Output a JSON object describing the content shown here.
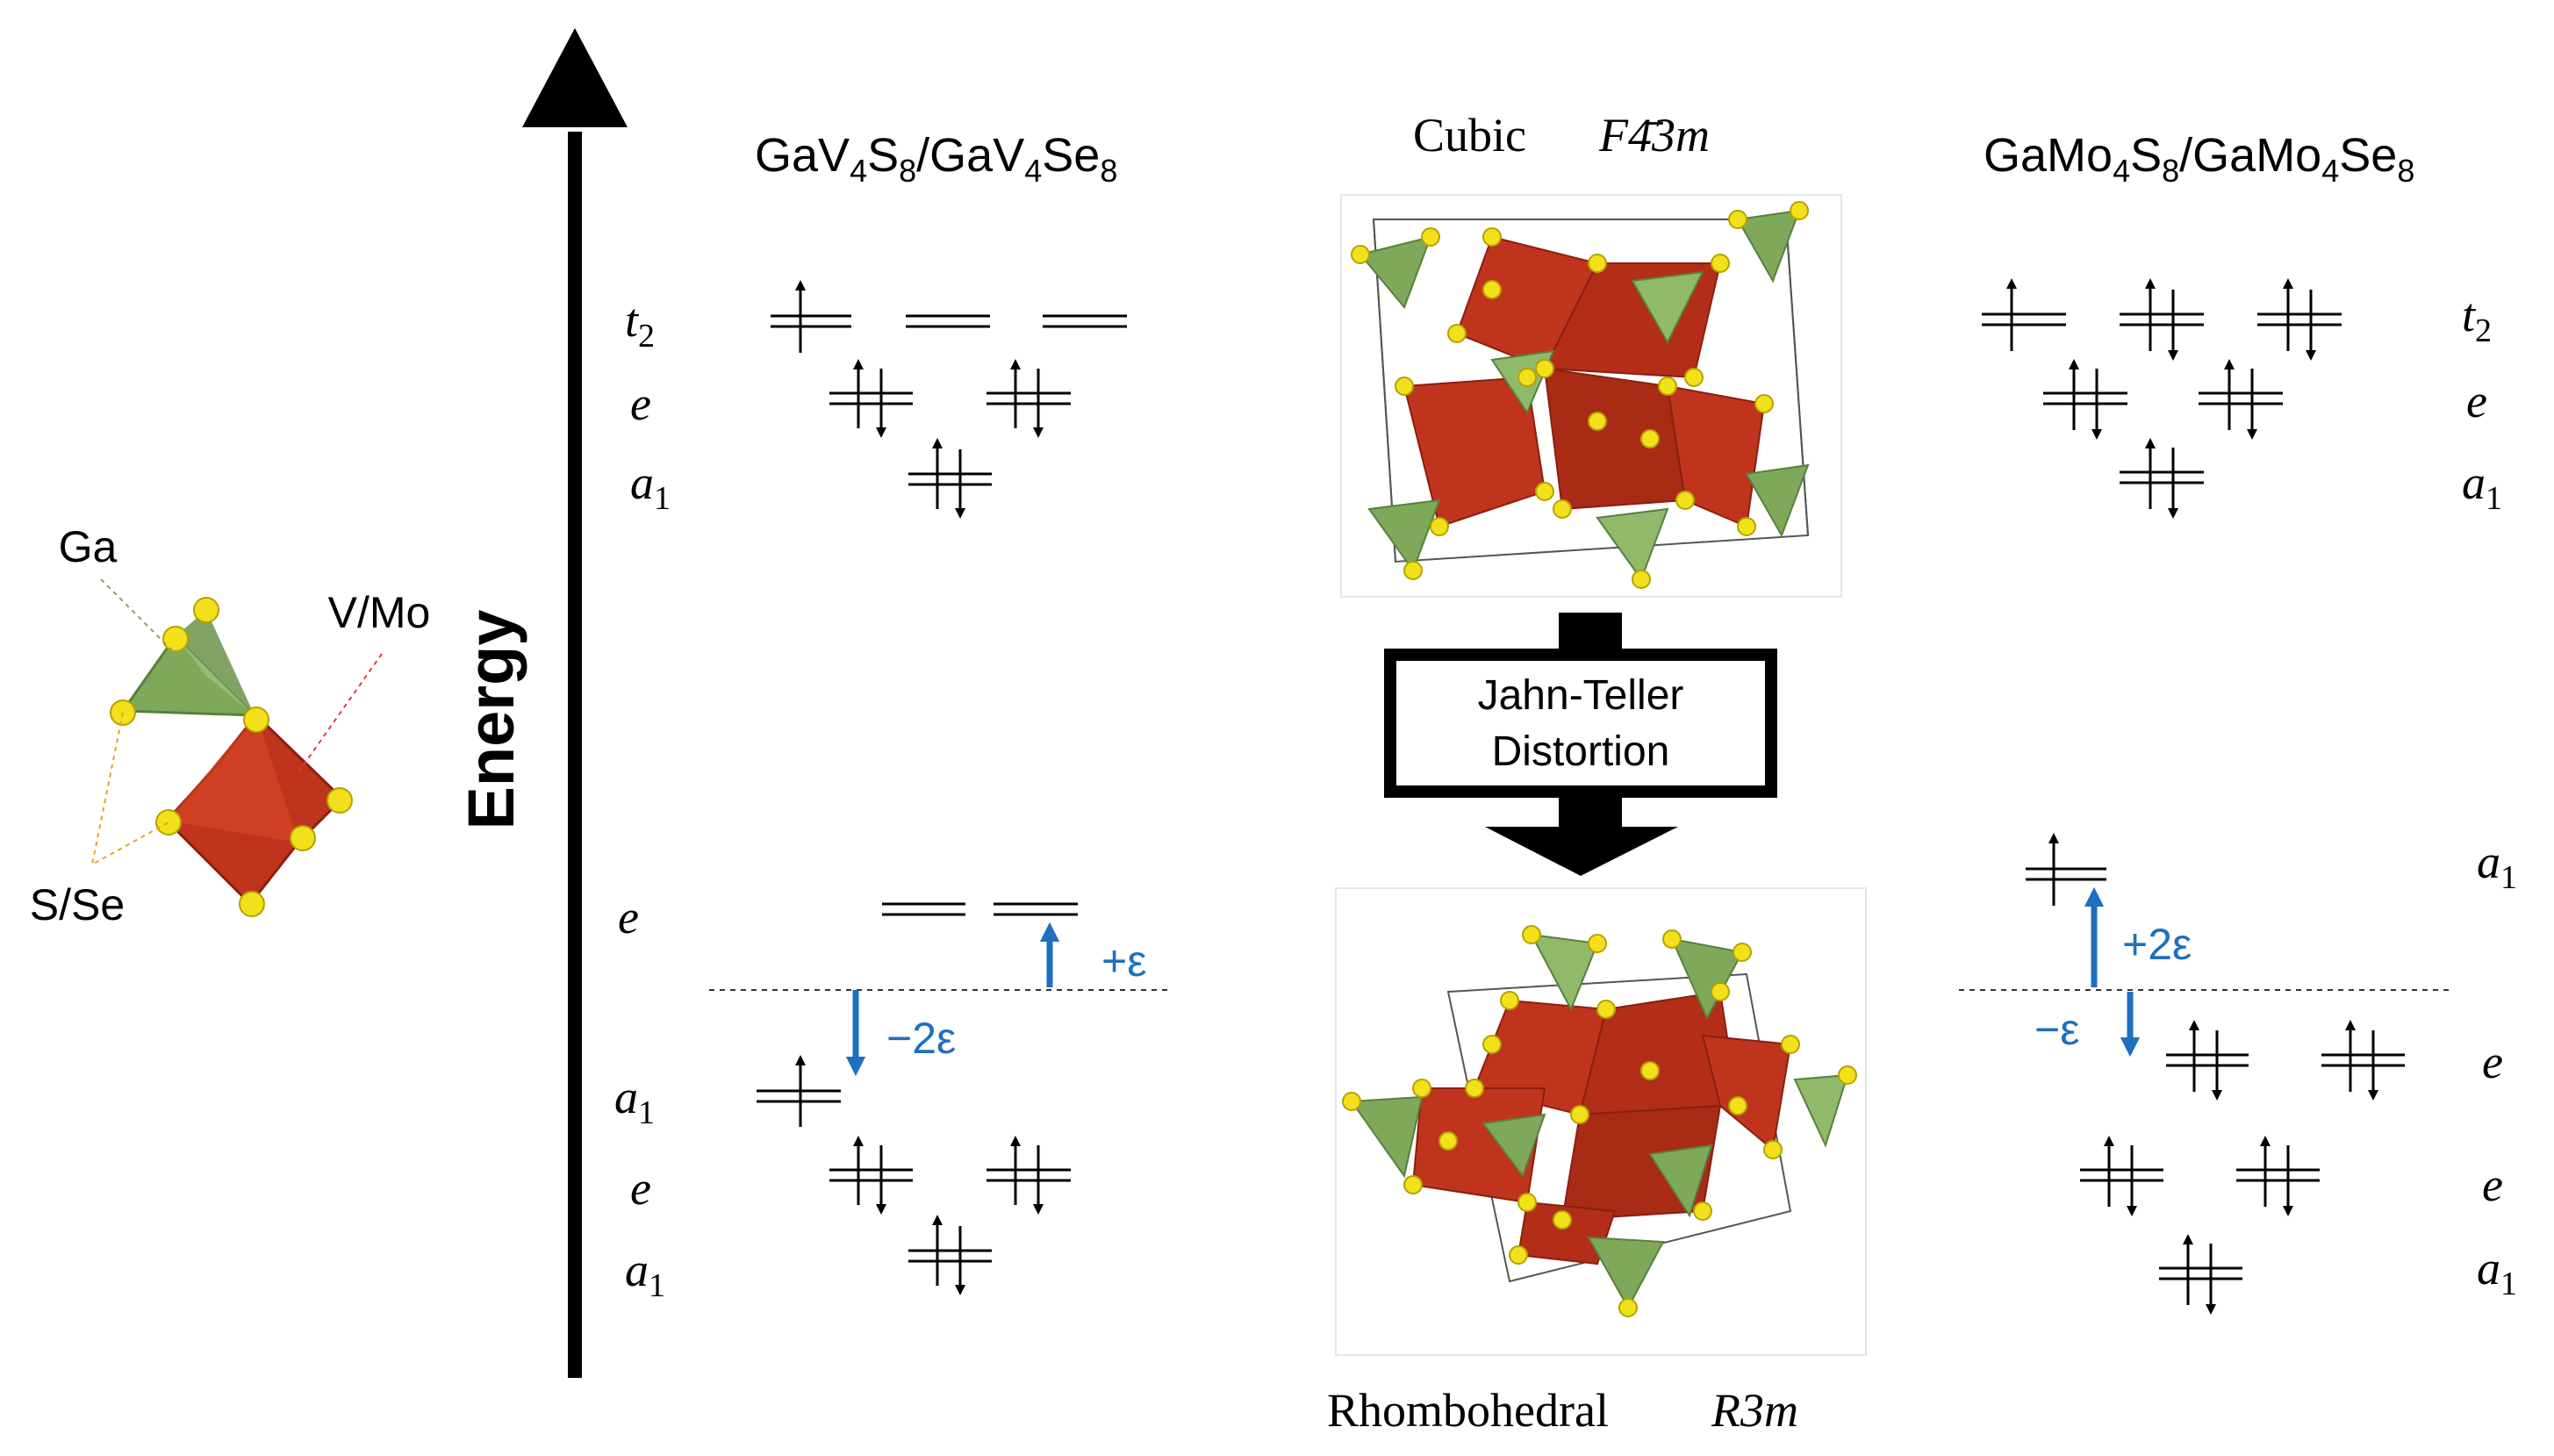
{
  "colors": {
    "axis": "#000000",
    "shift_arrow": "#1f6fbf",
    "ga_tetra": "#7fa95a",
    "mo_octa": "#c0341d",
    "chalcogen": "#f2e11a"
  },
  "energy_axis": {
    "label": "Energy"
  },
  "cluster_legend": {
    "ga": "Ga",
    "metal": "V/Mo",
    "chalcogen": "S/Se"
  },
  "left_compound": {
    "title_parts": [
      "GaV",
      "4",
      "S",
      "8",
      "/GaV",
      "4",
      "Se",
      "8"
    ],
    "cubic_labels": [
      {
        "sym": "t",
        "sub": "2"
      },
      {
        "sym": "e",
        "sub": ""
      },
      {
        "sym": "a",
        "sub": "1"
      }
    ],
    "rhombo_labels": [
      {
        "sym": "e",
        "sub": ""
      },
      {
        "sym": "a",
        "sub": "1"
      },
      {
        "sym": "e",
        "sub": ""
      },
      {
        "sym": "a",
        "sub": "1"
      }
    ],
    "shift_up": "+ε",
    "shift_down": "−2ε"
  },
  "right_compound": {
    "title_parts": [
      "GaMo",
      "4",
      "S",
      "8",
      "/GaMo",
      "4",
      "Se",
      "8"
    ],
    "cubic_labels": [
      {
        "sym": "t",
        "sub": "2"
      },
      {
        "sym": "e",
        "sub": ""
      },
      {
        "sym": "a",
        "sub": "1"
      }
    ],
    "rhombo_labels": [
      {
        "sym": "a",
        "sub": "1"
      },
      {
        "sym": "e",
        "sub": ""
      },
      {
        "sym": "e",
        "sub": ""
      },
      {
        "sym": "a",
        "sub": "1"
      }
    ],
    "shift_up": "+2ε",
    "shift_down": "−ε"
  },
  "center": {
    "cubic_name": "Cubic",
    "cubic_group": "F4̄3m",
    "transition_line1": "Jahn-Teller",
    "transition_line2": "Distortion",
    "rhombo_name": "Rhombohedral",
    "rhombo_group": "R3m"
  }
}
